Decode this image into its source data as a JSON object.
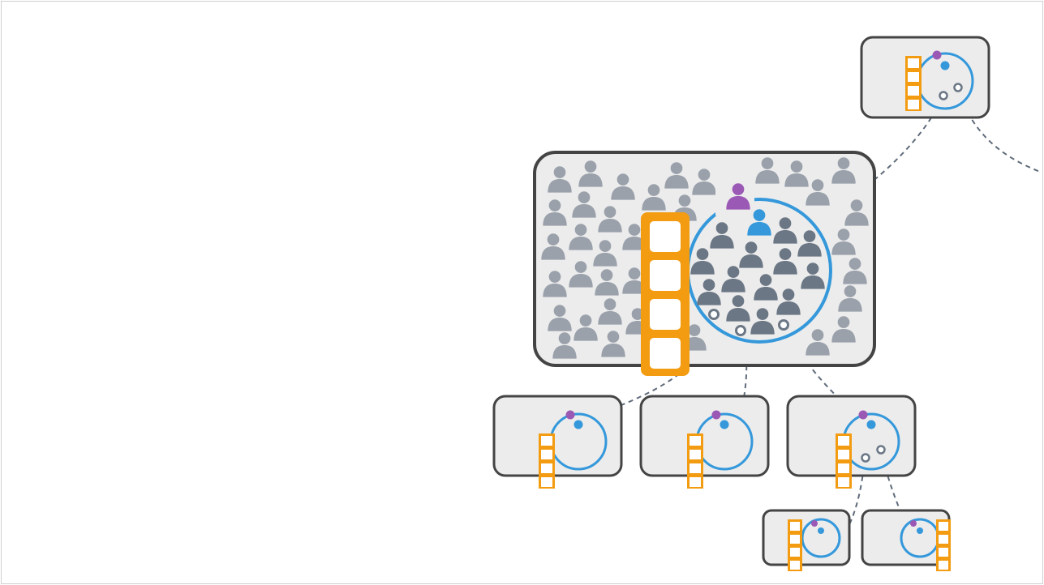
{
  "diagram": {
    "description_text": "",
    "colors": {
      "panel_fill": "#ececec",
      "panel_stroke": "#444444",
      "person_light": "#9aa1ab",
      "person_dark": "#6b7785",
      "highlight_purple": "#9b59b6",
      "highlight_blue": "#3498db",
      "circle_stroke": "#3498db",
      "stack_orange": "#f39c12",
      "connector": "#5f6b7a"
    },
    "icons": [
      "person-icon",
      "stack-icon",
      "port-icon"
    ],
    "node_count": 7,
    "main_stack_slots": 4,
    "small_stack_slots": 4
  }
}
